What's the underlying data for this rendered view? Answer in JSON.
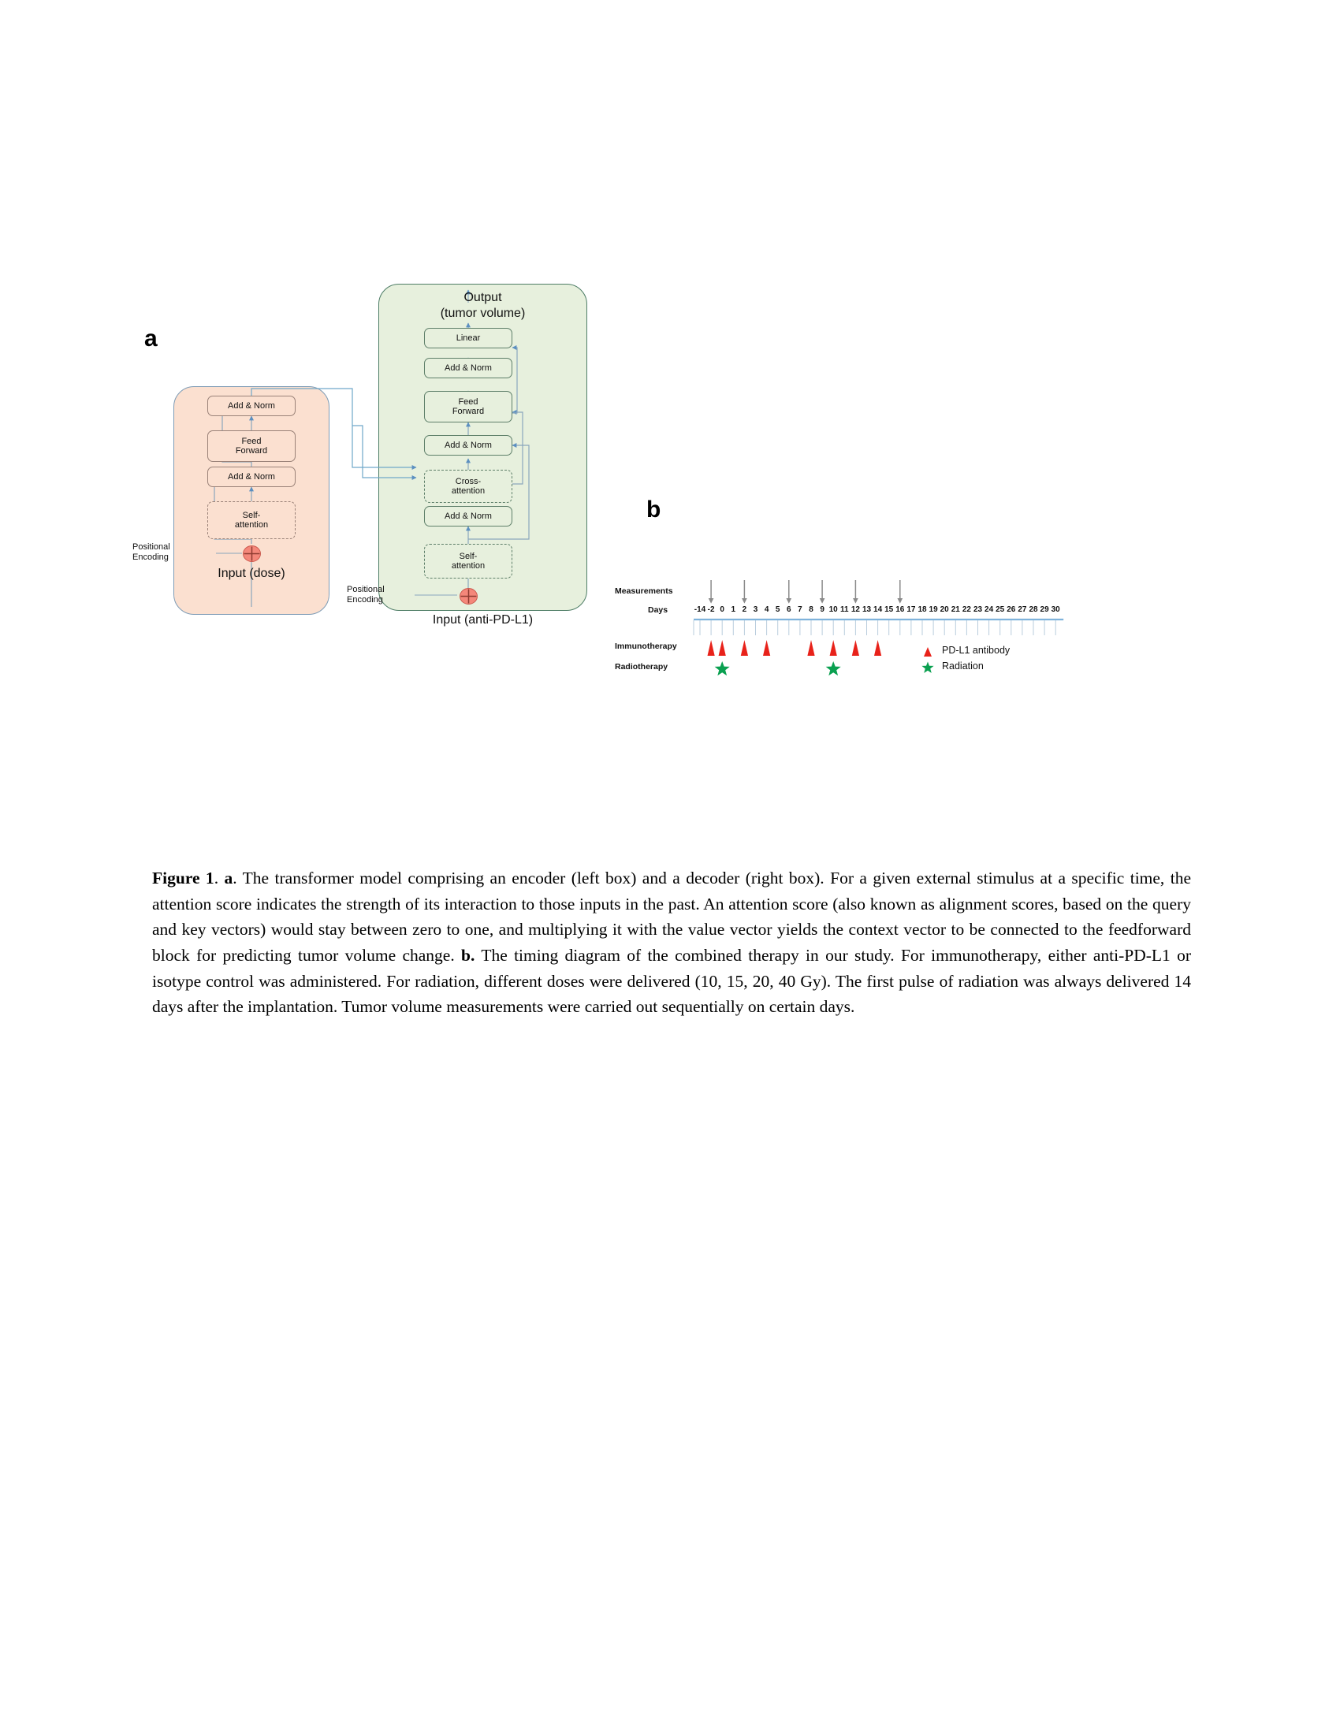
{
  "figure": {
    "panel_a": {
      "letter": "a",
      "encoder": {
        "input_label": "Input (dose)",
        "positional_encoding_label": "Positional\nEncoding",
        "blocks": [
          {
            "id": "enc-add-norm-2",
            "label": "Add & Norm",
            "style": "solid"
          },
          {
            "id": "enc-feed-forward",
            "label": "Feed\nForward",
            "style": "solid"
          },
          {
            "id": "enc-add-norm-1",
            "label": "Add & Norm",
            "style": "solid"
          },
          {
            "id": "enc-self-attention",
            "label": "Self-\nattention",
            "style": "dashed"
          }
        ],
        "fill_color": "#fbe0d0",
        "border_color": "#7d9bb5"
      },
      "decoder": {
        "output_label": "Output\n(tumor volume)",
        "input_label": "Input (anti-PD-L1)",
        "positional_encoding_label": "Positional\nEncoding",
        "blocks": [
          {
            "id": "dec-linear",
            "label": "Linear",
            "style": "solid"
          },
          {
            "id": "dec-add-norm-3",
            "label": "Add & Norm",
            "style": "solid"
          },
          {
            "id": "dec-feed-forward",
            "label": "Feed\nForward",
            "style": "solid"
          },
          {
            "id": "dec-add-norm-2",
            "label": "Add & Norm",
            "style": "solid"
          },
          {
            "id": "dec-cross-attention",
            "label": "Cross-\nattention",
            "style": "dashed"
          },
          {
            "id": "dec-add-norm-1",
            "label": "Add & Norm",
            "style": "solid"
          },
          {
            "id": "dec-self-attention",
            "label": "Self-\nattention",
            "style": "dashed"
          }
        ],
        "fill_color": "#e7f0dd",
        "border_color": "#4e7d66"
      }
    },
    "panel_b": {
      "letter": "b",
      "row_labels": {
        "measurements": "Measurements",
        "days": "Days",
        "immunotherapy": "Immunotherapy",
        "radiotherapy": "Radiotherapy"
      },
      "legend": [
        {
          "marker": "triangle-icon",
          "color": "#e8221a",
          "label": "PD-L1 antibody"
        },
        {
          "marker": "star-icon",
          "color": "#0aa050",
          "label": "Radiation"
        }
      ],
      "axis": {
        "tick_labels": [
          "-14",
          "-2",
          "0",
          "1",
          "2",
          "3",
          "4",
          "5",
          "6",
          "7",
          "8",
          "9",
          "10",
          "11",
          "12",
          "13",
          "14",
          "15",
          "16",
          "17",
          "18",
          "19",
          "20",
          "21",
          "22",
          "23",
          "24",
          "25",
          "26",
          "27",
          "28",
          "29",
          "30"
        ],
        "line_color": "#7fb3dc",
        "tick_color": "#b9cddd"
      },
      "measurement_days": [
        -2,
        2,
        6,
        9,
        12,
        16
      ],
      "immunotherapy_days": [
        -2,
        0,
        2,
        4,
        8,
        10,
        12,
        14
      ],
      "radiotherapy_days": [
        0,
        10
      ]
    }
  },
  "chart_data": {
    "type": "timeline",
    "title": "Timing diagram of combined therapy",
    "xlabel": "Days",
    "x_ticks": [
      -14,
      -2,
      0,
      1,
      2,
      3,
      4,
      5,
      6,
      7,
      8,
      9,
      10,
      11,
      12,
      13,
      14,
      15,
      16,
      17,
      18,
      19,
      20,
      21,
      22,
      23,
      24,
      25,
      26,
      27,
      28,
      29,
      30
    ],
    "xlim": [
      -14,
      30
    ],
    "grid": true,
    "legend_position": "bottom-right",
    "series": [
      {
        "name": "Measurements",
        "marker": "down-arrow",
        "color": "#808080",
        "values": [
          -2,
          2,
          6,
          9,
          12,
          16
        ]
      },
      {
        "name": "Immunotherapy",
        "marker": "triangle",
        "color": "#e8221a",
        "values": [
          -2,
          0,
          2,
          4,
          8,
          10,
          12,
          14
        ]
      },
      {
        "name": "Radiotherapy",
        "marker": "star",
        "color": "#0aa050",
        "values": [
          0,
          10
        ]
      }
    ]
  },
  "caption": {
    "figure_label": "Figure 1",
    "part_a_label": "a",
    "part_b_label": "b.",
    "text_1": ". The transformer model comprising an encoder (left box) and a decoder (right box). For a given external stimulus at a specific time, the attention score indicates the strength of its interaction to those inputs in the past. An attention score (also known as alignment scores, based on the query and key vectors) would stay between zero to one, and multiplying it with the value vector yields the context vector to be connected to the feedforward block for predicting tumor volume change. ",
    "text_2": " The timing diagram of the combined therapy in our study. For immunotherapy, either anti-PD-L1 or isotype control was administered. For radiation, different doses were delivered (10, 15, 20, 40 Gy). The first pulse of radiation was always delivered 14 days after the implantation. Tumor volume measurements were carried out sequentially on certain days.",
    "sep_1": ".",
    "sep_2": ""
  }
}
